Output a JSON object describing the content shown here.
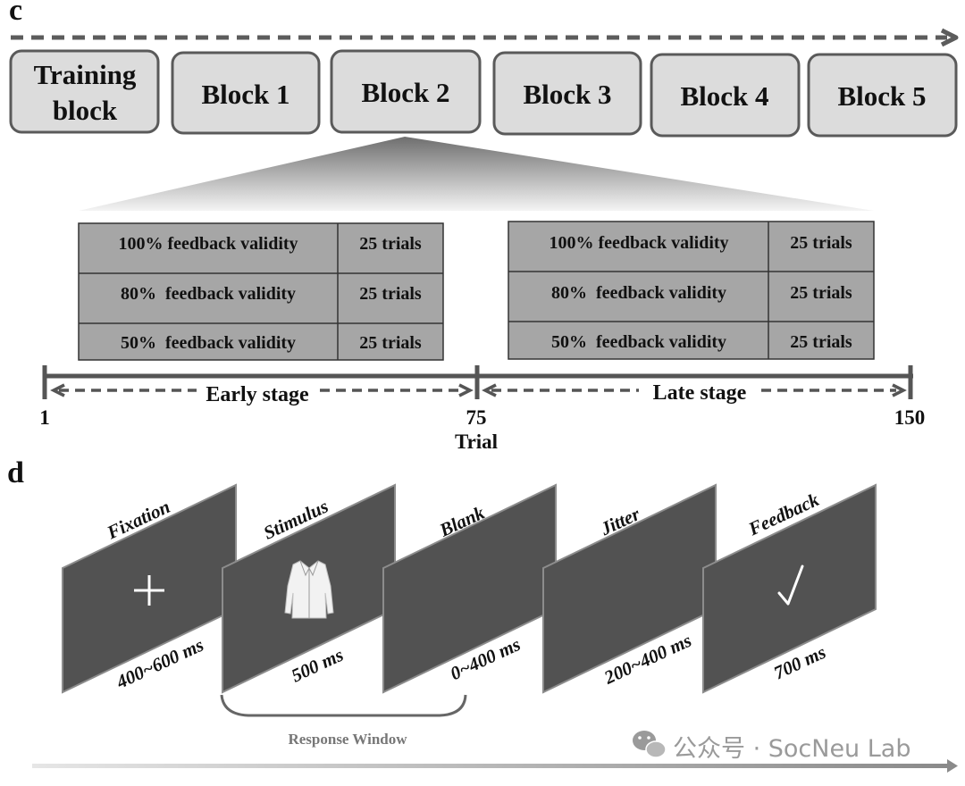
{
  "panel_c": {
    "label": "c",
    "blocks": [
      {
        "line1": "Training",
        "line2": "block"
      },
      {
        "line1": "Block 1",
        "line2": ""
      },
      {
        "line1": "Block 2",
        "line2": ""
      },
      {
        "line1": "Block 3",
        "line2": ""
      },
      {
        "line1": "Block 4",
        "line2": ""
      },
      {
        "line1": "Block 5",
        "line2": ""
      }
    ],
    "tables": [
      {
        "rows": [
          {
            "condition": "100% feedback validity",
            "trials": "25 trials"
          },
          {
            "condition": "80%  feedback validity",
            "trials": "25 trials"
          },
          {
            "condition": "50%  feedback validity",
            "trials": "25 trials"
          }
        ]
      },
      {
        "rows": [
          {
            "condition": "100% feedback validity",
            "trials": "25 trials"
          },
          {
            "condition": "80%  feedback validity",
            "trials": "25 trials"
          },
          {
            "condition": "50%  feedback validity",
            "trials": "25 trials"
          }
        ]
      }
    ],
    "timeline": {
      "early_label": "Early stage",
      "late_label": "Late stage",
      "tick_start": "1",
      "tick_mid": "75",
      "tick_end": "150",
      "axis_label": "Trial"
    }
  },
  "panel_d": {
    "label": "d",
    "screens": [
      {
        "title": "Fixation",
        "duration": "400~600 ms",
        "content": "plus-sign"
      },
      {
        "title": "Stimulus",
        "duration": "500 ms",
        "content": "coat-image"
      },
      {
        "title": "Blank",
        "duration": "0~400 ms",
        "content": "none"
      },
      {
        "title": "Jitter",
        "duration": "200~400 ms",
        "content": "none"
      },
      {
        "title": "Feedback",
        "duration": "700 ms",
        "content": "check-mark"
      }
    ],
    "response_window_label": "Response Window"
  },
  "watermark": {
    "text": "公众号 · SocNeu Lab",
    "icon": "wechat-icon"
  },
  "colors": {
    "block_fill": "#dcdcdc",
    "block_stroke": "#5a5a5a",
    "table_fill": "#a6a6a6",
    "screen_fill": "#525252",
    "screen_stroke": "#8c8c8c",
    "dark_line": "#555555"
  }
}
